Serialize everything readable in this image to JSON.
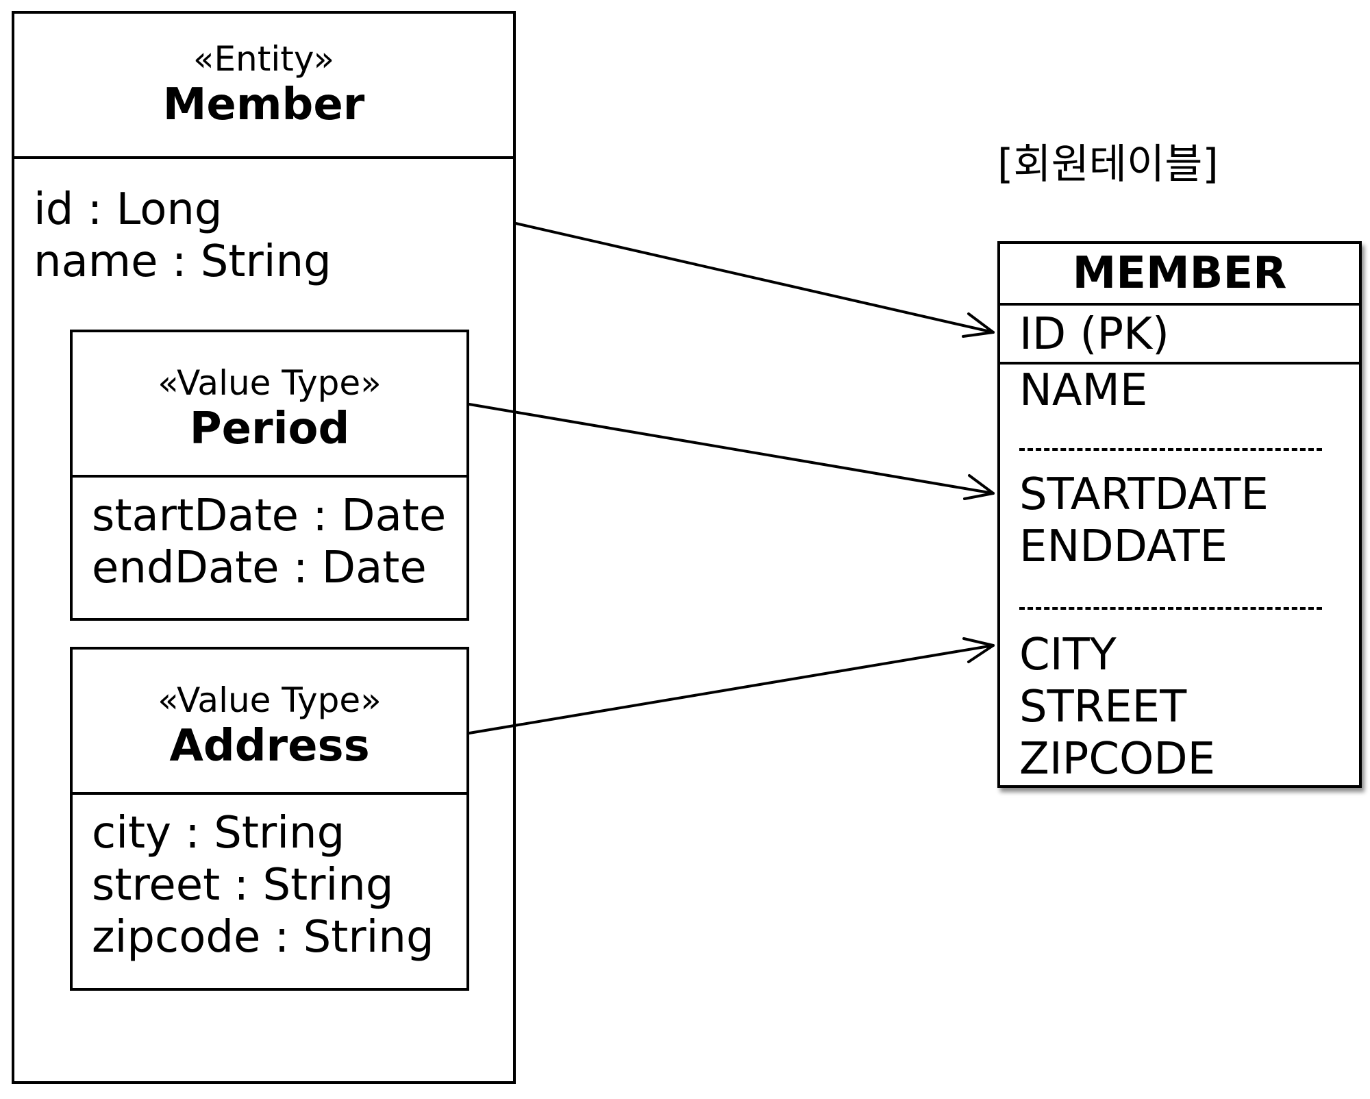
{
  "entity": {
    "stereotype": "«Entity»",
    "name": "Member",
    "attributes": [
      "id : Long",
      "name : String"
    ]
  },
  "value_types": [
    {
      "stereotype": "«Value Type»",
      "name": "Period",
      "attributes": [
        "startDate : Date",
        "endDate : Date"
      ]
    },
    {
      "stereotype": "«Value Type»",
      "name": "Address",
      "attributes": [
        "city : String",
        "street : String",
        "zipcode : String"
      ]
    }
  ],
  "table": {
    "caption": "[회원테이블]",
    "name": "MEMBER",
    "pk": "ID (PK)",
    "columns": [
      "NAME",
      "STARTDATE",
      "ENDDATE",
      "CITY",
      "STREET",
      "ZIPCODE"
    ]
  },
  "colors": {
    "line": "#000000",
    "background": "#ffffff"
  }
}
